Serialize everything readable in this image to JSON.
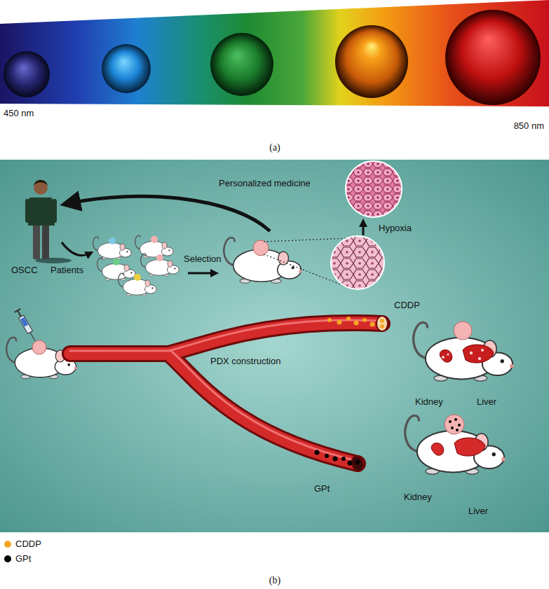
{
  "diagram": {
    "labels": [
      "450 nm",
      "850 nm",
      "(a)",
      "Personalized medicine",
      "Hypoxia",
      "OSCC",
      "Patients",
      "Selection",
      "PDX construction",
      "CDDP",
      "Kidney",
      "Liver",
      "GPt",
      "Kidney",
      "Liver",
      "(b)"
    ],
    "legend": [
      {
        "text": "CDDP",
        "color": "#f5a623"
      },
      {
        "text": "GPt",
        "color": "#000000"
      }
    ]
  }
}
